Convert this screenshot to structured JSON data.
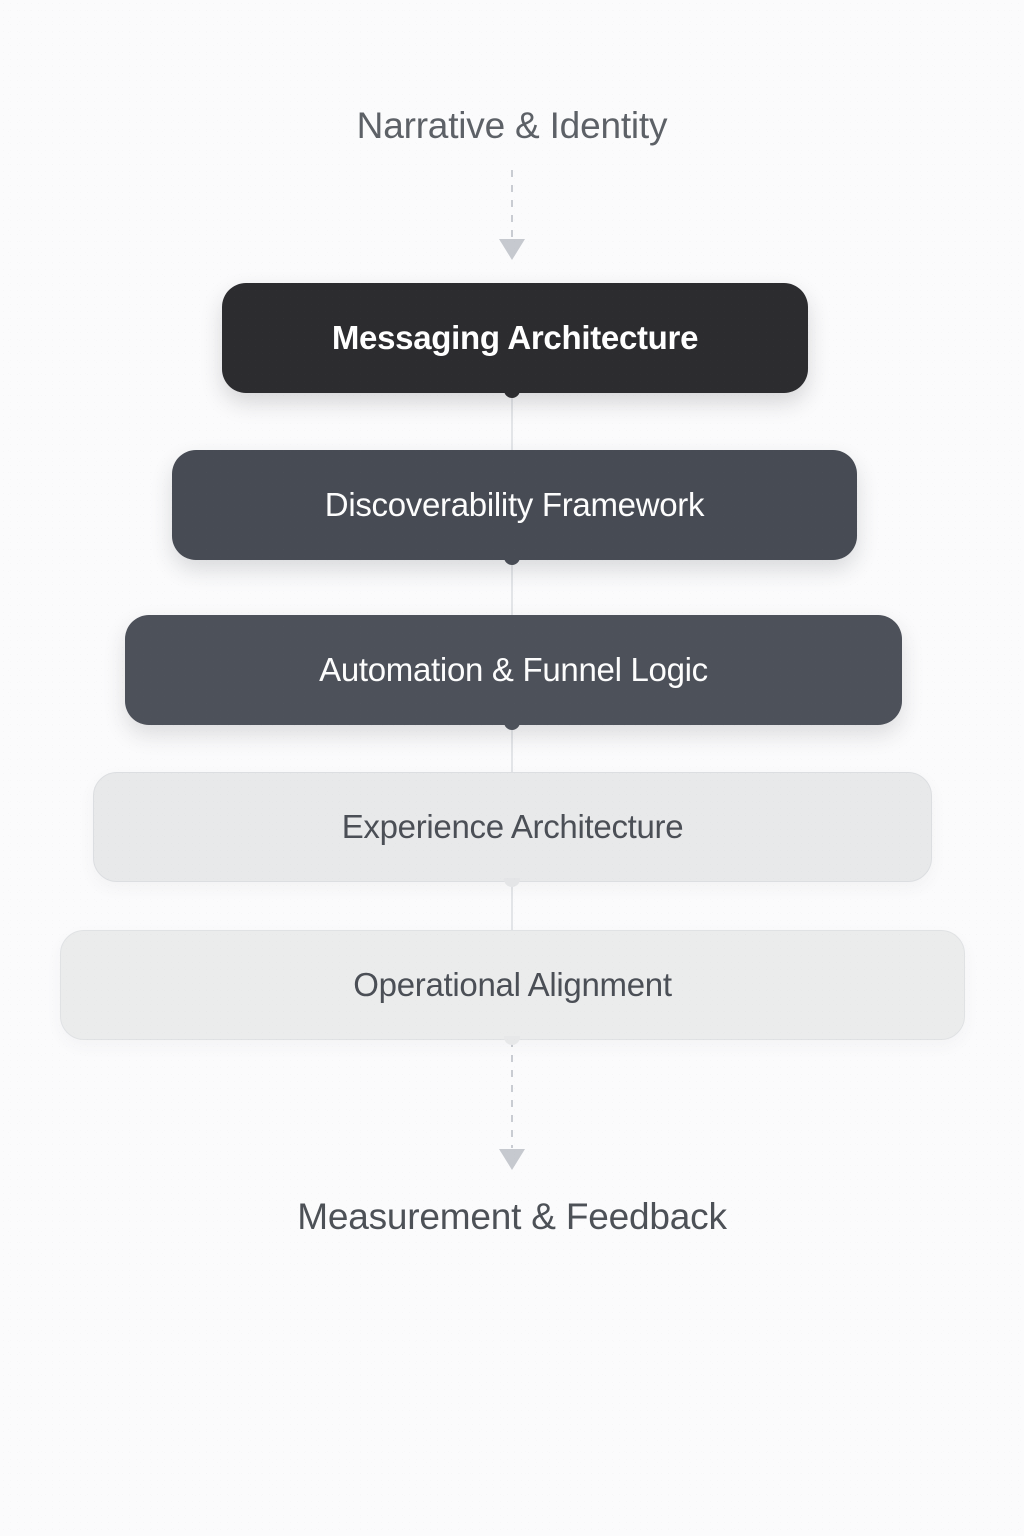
{
  "diagram": {
    "type": "vertical-stack-flow",
    "background_color": "#fbfbfc",
    "top_label": "Narrative & Identity",
    "bottom_label": "Measurement & Feedback",
    "connector_top_icon": "down-arrow-icon",
    "connector_bottom_icon": "down-arrow-icon",
    "stages": [
      {
        "index": 1,
        "label": "Messaging Architecture",
        "fill_color": "#2c2c2f",
        "text_color": "#ffffff",
        "emphasis": "darkest"
      },
      {
        "index": 2,
        "label": "Discoverability Framework",
        "fill_color": "#474b54",
        "text_color": "#fdfdfd",
        "emphasis": "dark"
      },
      {
        "index": 3,
        "label": "Automation & Funnel Logic",
        "fill_color": "#4d515a",
        "text_color": "#fdfdfd",
        "emphasis": "mid"
      },
      {
        "index": 4,
        "label": "Experience Architecture",
        "fill_color": "#e8e9ea",
        "text_color": "#4b4f56",
        "emphasis": "light"
      },
      {
        "index": 5,
        "label": "Operational Alignment",
        "fill_color": "#ebecec",
        "text_color": "#4b4f56",
        "emphasis": "lightest"
      }
    ],
    "label_colors": {
      "top": "#5d6167",
      "bottom": "#4d5157",
      "connector": "#c6c9cf"
    }
  }
}
